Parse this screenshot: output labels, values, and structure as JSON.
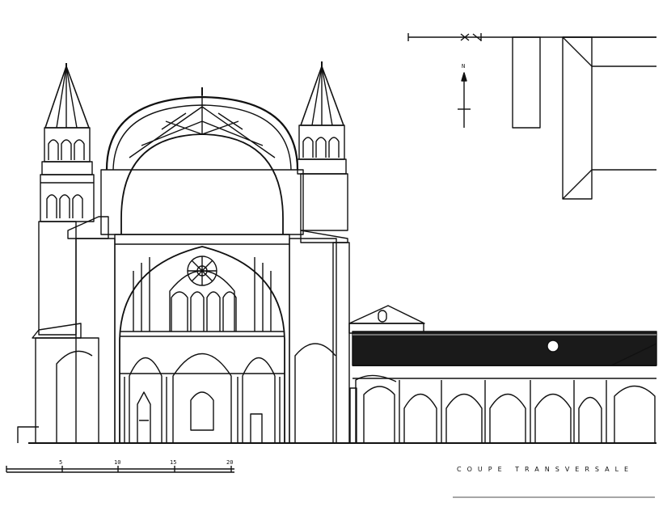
{
  "drawing": {
    "title": "COUPE TRANSVERSALE",
    "scale_labels": [
      "5",
      "10",
      "15",
      "20"
    ],
    "north_label": "N"
  },
  "colors": {
    "ink": "#111111",
    "paper": "#ffffff",
    "roof_tile": "#1a1a1a"
  }
}
